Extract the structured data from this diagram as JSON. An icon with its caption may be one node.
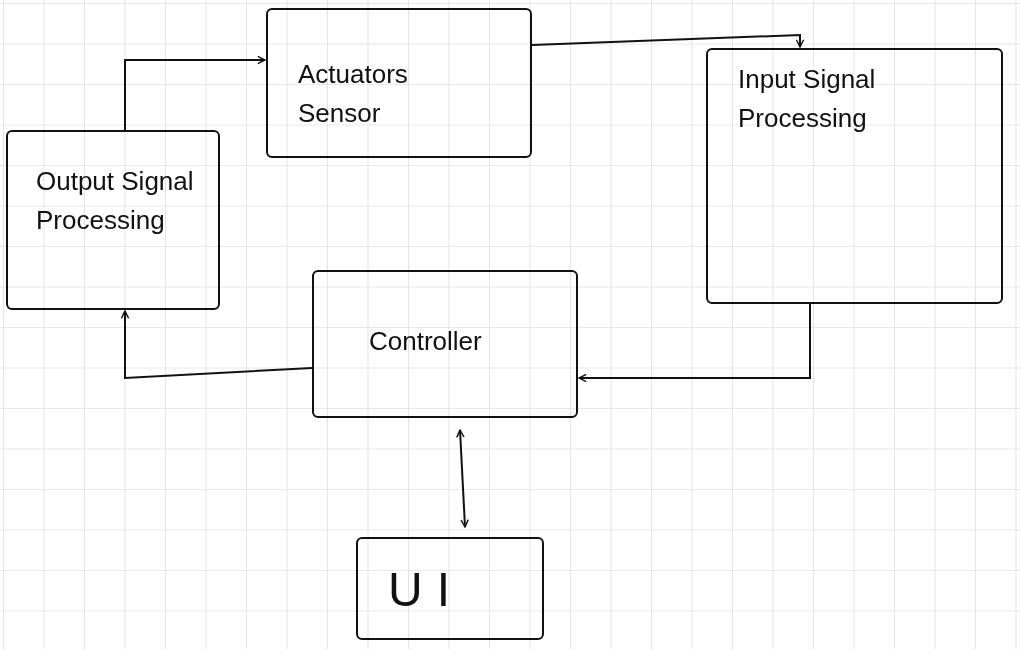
{
  "diagram": {
    "nodes": [
      {
        "text": [
          "Actuators Sensor"
        ]
      },
      {
        "text": [
          "Input Signal Processing"
        ]
      },
      {
        "text": [
          "Output Signal Processing"
        ]
      },
      {
        "text": [
          "Controller"
        ]
      },
      {
        "text": [
          "UI"
        ]
      }
    ],
    "edges": [
      {
        "from": 2,
        "to": 0,
        "arrow": "to"
      },
      {
        "from": 0,
        "to": 1,
        "arrow": "to"
      },
      {
        "from": 1,
        "to": 3,
        "arrow": "to"
      },
      {
        "from": 3,
        "to": 2,
        "arrow": "to"
      },
      {
        "from": 3,
        "to": 4,
        "arrow": "both"
      }
    ]
  }
}
